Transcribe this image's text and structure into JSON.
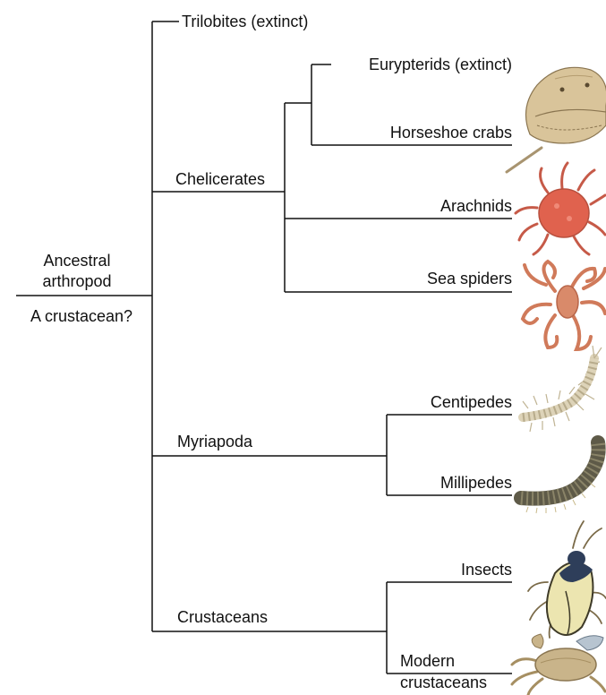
{
  "root": {
    "line1": "Ancestral",
    "line2": "arthropod",
    "question": "A crustacean?"
  },
  "clades": {
    "chelicerates": "Chelicerates",
    "myriapoda": "Myriapoda",
    "crustaceans": "Crustaceans"
  },
  "taxa": {
    "trilobites": "Trilobites (extinct)",
    "eurypterids": "Eurypterids (extinct)",
    "horseshoe_crabs": "Horseshoe crabs",
    "arachnids": "Arachnids",
    "sea_spiders": "Sea spiders",
    "centipedes": "Centipedes",
    "millipedes": "Millipedes",
    "insects": "Insects",
    "modern_crustaceans_1": "Modern",
    "modern_crustaceans_2": "crustaceans"
  },
  "illustrations": [
    "horseshoe-crab-illustration",
    "arachnid-illustration",
    "sea-spider-illustration",
    "centipede-illustration",
    "millipede-illustration",
    "insect-illustration",
    "crab-illustration"
  ],
  "colors": {
    "line": "#111111",
    "horseshoe": "#d9c49a",
    "mite": "#e0624e",
    "sea_spider": "#d98a6a",
    "centipede": "#ddd3b8",
    "millipede": "#5e5a48",
    "beetle_head": "#2e3e5a",
    "beetle_body": "#ece5b0",
    "crab": "#c9b48a"
  }
}
